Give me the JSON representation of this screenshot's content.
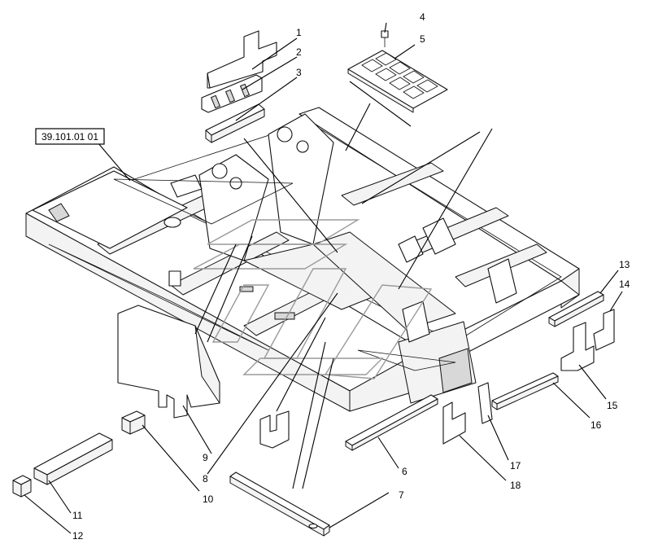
{
  "reference_label": "39.101.01 01",
  "callouts": [
    {
      "id": "c1",
      "num": "1"
    },
    {
      "id": "c2",
      "num": "2"
    },
    {
      "id": "c3",
      "num": "3"
    },
    {
      "id": "c4",
      "num": "4"
    },
    {
      "id": "c5",
      "num": "5"
    },
    {
      "id": "c6",
      "num": "6"
    },
    {
      "id": "c7",
      "num": "7"
    },
    {
      "id": "c8",
      "num": "8"
    },
    {
      "id": "c9",
      "num": "9"
    },
    {
      "id": "c10",
      "num": "10"
    },
    {
      "id": "c11",
      "num": "11"
    },
    {
      "id": "c12",
      "num": "12"
    },
    {
      "id": "c13",
      "num": "13"
    },
    {
      "id": "c14",
      "num": "14"
    },
    {
      "id": "c15",
      "num": "15"
    },
    {
      "id": "c16",
      "num": "16"
    },
    {
      "id": "c17",
      "num": "17"
    },
    {
      "id": "c18",
      "num": "18"
    }
  ]
}
